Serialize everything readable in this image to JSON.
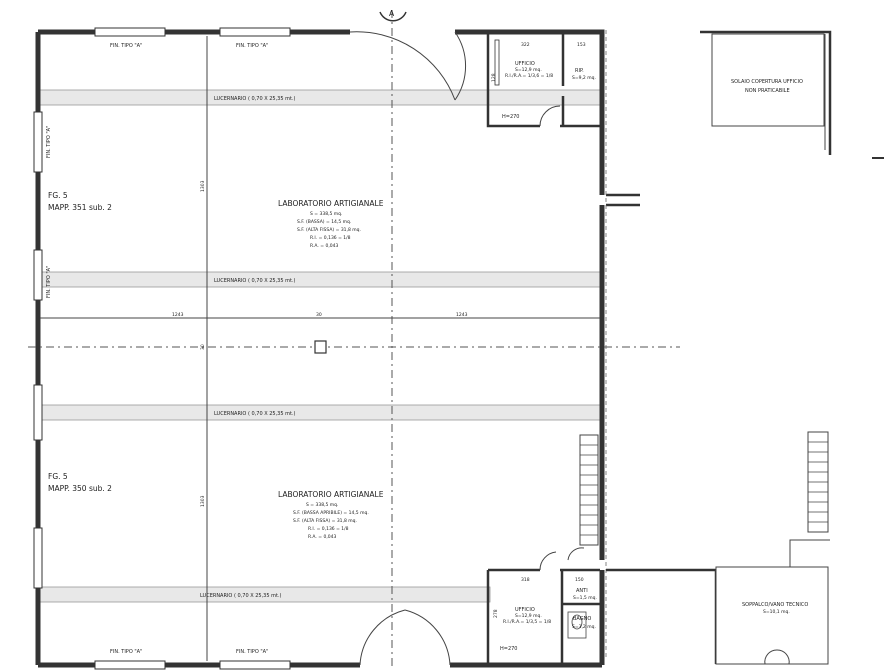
{
  "header": {
    "section_marker": "A"
  },
  "windows": {
    "label": "FIN. TIPO \"A\""
  },
  "skylights": [
    {
      "label": "LUCERNARIO ( 0,70 X 25,35 mt.)"
    },
    {
      "label": "LUCERNARIO ( 0,70 X 25,35 mt.)"
    },
    {
      "label": "LUCERNARIO ( 0,70 X 25,35 mt.)"
    },
    {
      "label": "LUCERNARIO ( 0,70 X 25,35 mt.)"
    }
  ],
  "parcels": [
    {
      "line1": "FG. 5",
      "line2": "MAPP. 351 sub. 2"
    },
    {
      "line1": "FG. 5",
      "line2": "MAPP. 350 sub. 2"
    }
  ],
  "labs": [
    {
      "title": "LABORATORIO ARTIGIANALE",
      "lines": [
        "S = 338,5 mq.",
        "S.F. (BASSA) = 14,5 mq.",
        "S.F. (ALTA FISSA) = 31,8 mq.",
        "R.I. = 0,136 = 1/8",
        "R.A. = 0,043"
      ]
    },
    {
      "title": "LABORATORIO ARTIGIANALE",
      "lines": [
        "S = 338,5 mq.",
        "S.F. (BASSA APRIBILE) = 14,5 mq.",
        "S.F. (ALTA FISSA) = 31,8 mq.",
        "R.I. = 0,136 = 1/8",
        "R.A. = 0,043"
      ]
    }
  ],
  "rooms": {
    "office_top": {
      "title": "UFFICIO",
      "line1": "S=12,9 mq.",
      "line2": "R.I./R.A.= 1/3,6 = 1/8"
    },
    "storage_top": {
      "title": "RIP.",
      "line1": "S=9,2 mq."
    },
    "office_bottom": {
      "title": "UFFICIO",
      "line1": "S=12,9 mq.",
      "line2": "R.I./R.A.= 1/3,5 = 1/8"
    },
    "wc_ante": {
      "title": "ANTI",
      "line1": "S=1,5 mq."
    },
    "bathroom": {
      "title": "BAGNO",
      "line1": "S=3,2 mq."
    },
    "roof_note": {
      "line1": "SOLAIO COPERTURA UFFICIO",
      "line2": "NON PRATICABILE"
    },
    "mezzanine": {
      "title": "SOPPALCO/VANO TECNICO",
      "line1": "S=10,1 mq."
    }
  },
  "heights": {
    "top": "H=270",
    "bottom": "H=270"
  },
  "dimensions": {
    "left_span": "1243",
    "column": "30",
    "right_span": "1243",
    "col_height": "30",
    "upper_height": "1303",
    "lower_height": "1303",
    "office_w": "322",
    "storage_w": "153",
    "office_h": "128",
    "office_b_w": "318",
    "wc_w": "150",
    "office_b_h": "278"
  }
}
